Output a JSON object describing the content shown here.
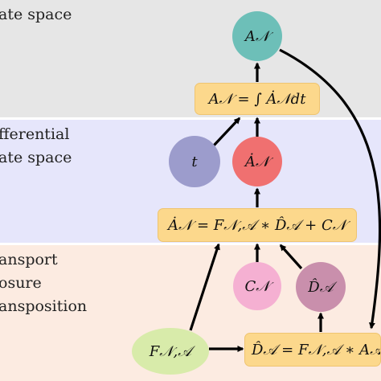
{
  "bands": {
    "state": {
      "label": "ate space"
    },
    "differential": {
      "label": "fferential\nate space"
    },
    "transport": {
      "label": "ansport\nosure\nansposition"
    }
  },
  "nodes": {
    "A_N_circle": {
      "text": "A𝒩",
      "color": "#6dbfb8"
    },
    "integral_box": {
      "text": "A𝒩 = ∫ Ȧ𝒩dt",
      "color": "#fcd88c"
    },
    "t_circle": {
      "text": "t",
      "color": "#9c9ccc"
    },
    "A_dot_circle": {
      "text": "Ȧ𝒩",
      "color": "#f07070"
    },
    "A_dot_box": {
      "text": "Ȧ𝒩 = F𝒩,𝒜 ∗ D̂𝒜 + C𝒩",
      "color": "#fcd88c"
    },
    "C_N_circle": {
      "text": "C𝒩",
      "color": "#f5b0d2"
    },
    "D_hat_circle": {
      "text": "D̂𝒜",
      "color": "#c98fac"
    },
    "F_ellipse": {
      "text": "F𝒩,𝒜",
      "color": "#d8ebaa"
    },
    "D_hat_box": {
      "text": "D̂𝒜 = F𝒩,𝒜 ∗ A𝒜",
      "color": "#fcd88c"
    }
  }
}
